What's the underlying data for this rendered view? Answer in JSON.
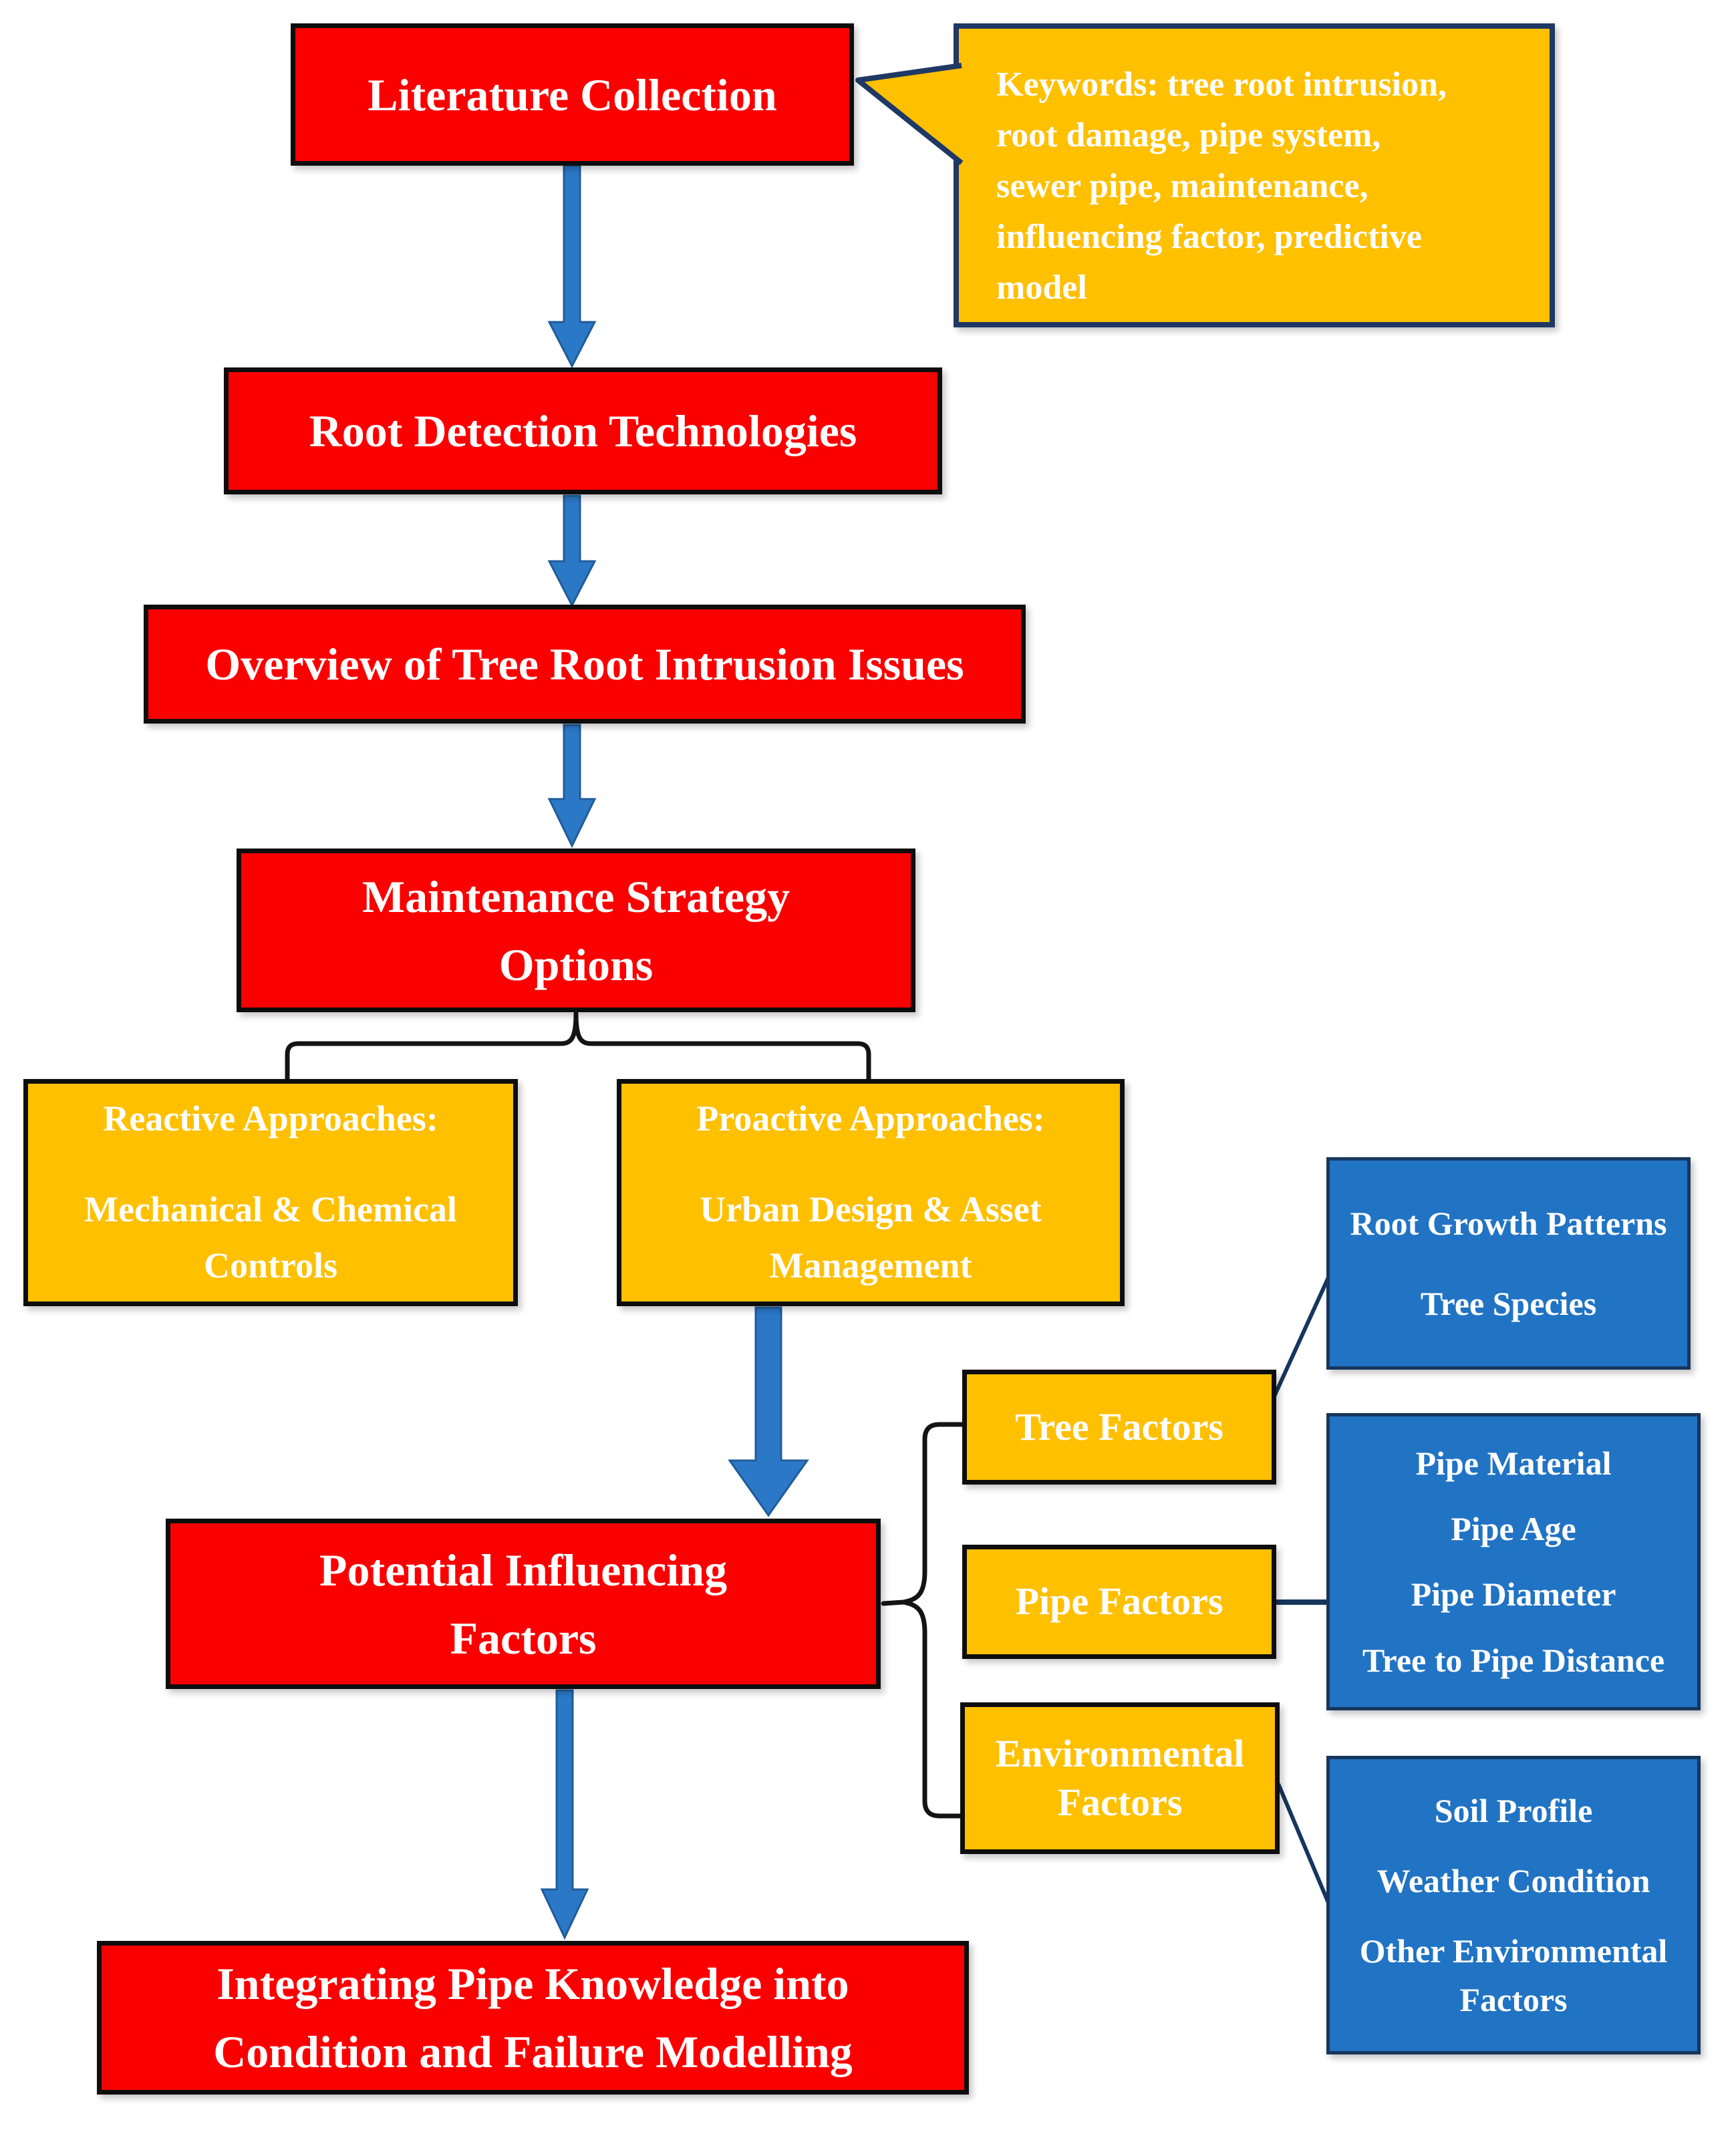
{
  "flow": {
    "literature": {
      "label": "Literature Collection"
    },
    "keywords_callout": {
      "lines": [
        "Keywords: tree root intrusion,",
        "root damage, pipe system,",
        "sewer pipe, maintenance,",
        "influencing factor, predictive",
        "model"
      ]
    },
    "root_detection": {
      "label": "Root Detection Technologies"
    },
    "overview": {
      "label": "Overview of Tree Root Intrusion Issues"
    },
    "maintenance": {
      "lines": [
        "Maintenance Strategy",
        "Options"
      ]
    },
    "reactive": {
      "title": "Reactive Approaches:",
      "body": "Mechanical & Chemical Controls"
    },
    "proactive": {
      "title": "Proactive Approaches:",
      "body": "Urban Design & Asset Management"
    },
    "potential": {
      "lines": [
        "Potential Influencing",
        "Factors"
      ]
    },
    "integrating": {
      "lines": [
        "Integrating Pipe Knowledge into",
        "Condition and Failure Modelling"
      ]
    },
    "tree_factors": {
      "label": "Tree Factors"
    },
    "pipe_factors": {
      "label": "Pipe Factors"
    },
    "environmental_factors": {
      "label": "Environmental Factors"
    },
    "tree_details": {
      "items": [
        "Root Growth Patterns",
        "Tree Species"
      ]
    },
    "pipe_details": {
      "items": [
        "Pipe Material",
        "Pipe Age",
        "Pipe Diameter",
        "Tree to Pipe Distance"
      ]
    },
    "environmental_details": {
      "items": [
        "Soil Profile",
        "Weather Condition",
        "Other Environmental Factors"
      ]
    }
  },
  "colors": {
    "process_fill": "#FB0000",
    "category_fill": "#FFC000",
    "detail_fill": "#2173C4",
    "arrow_fill": "#2B78C7",
    "box_border": "#0D0D0D",
    "callout_border": "#1F3864",
    "connector": "#17365D",
    "text": "#FFFFFF"
  }
}
